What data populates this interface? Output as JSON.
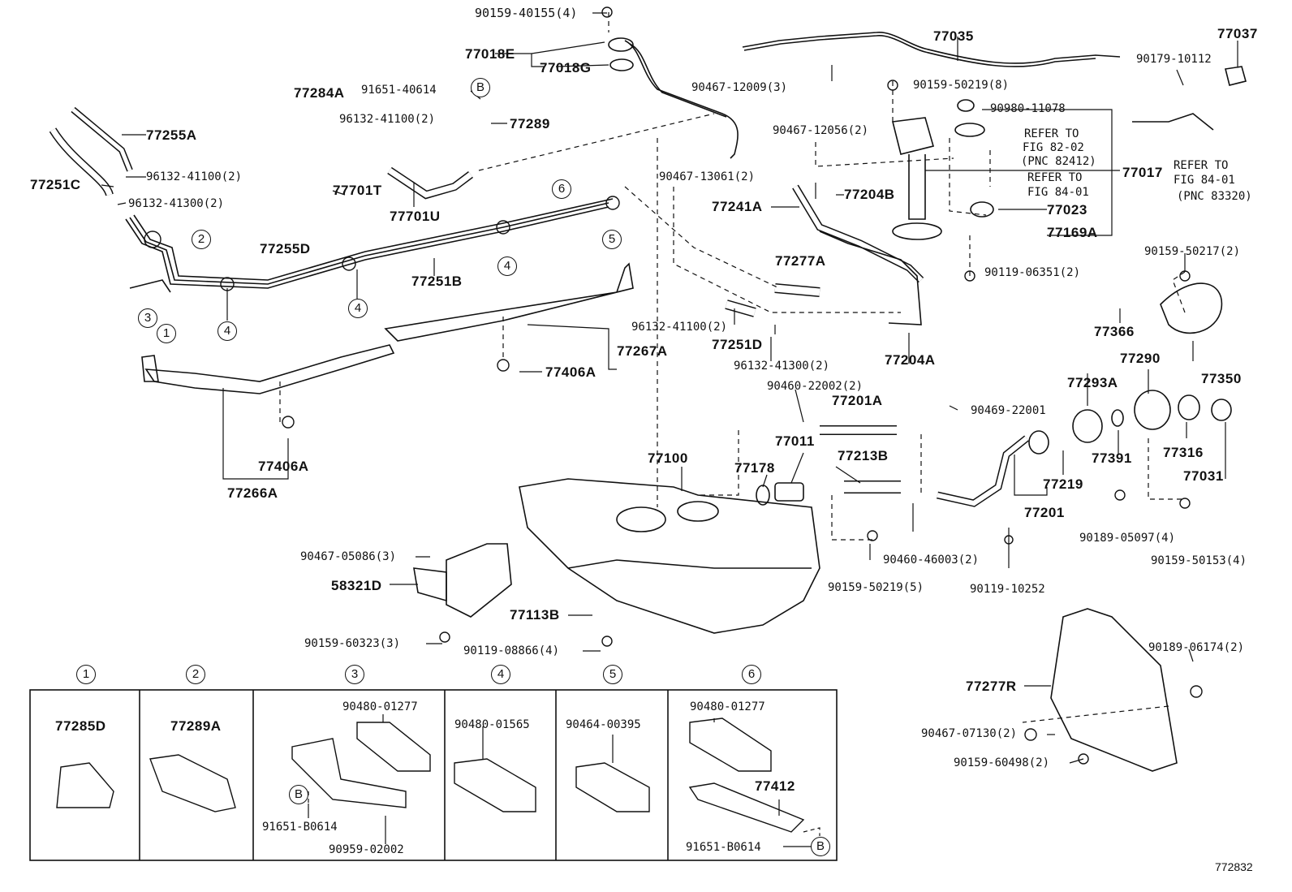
{
  "diagram_id": "772832",
  "labels": {
    "p90159_40155": "90159-40155(4)",
    "p77018E": "77018E",
    "p77018G": "77018G",
    "p77035": "77035",
    "p77037": "77037",
    "p90179_10112": "90179-10112",
    "p90467_12009": "90467-12009(3)",
    "p90159_50219_8": "90159-50219(8)",
    "p90980_11078": "90980-11078",
    "p77284A": "77284A",
    "p91651_40614": "91651-40614",
    "p96132_41100_a": "96132-41100(2)",
    "p77289": "77289",
    "p77255A": "77255A",
    "p96132_41100_b": "96132-41100(2)",
    "p77251C": "77251C",
    "p96132_41300_a": "96132-41300(2)",
    "p77701T": "77701T",
    "p77701U": "77701U",
    "p90467_12056": "90467-12056(2)",
    "p90467_13061": "90467-13061(2)",
    "p77204B": "77204B",
    "p77241A": "77241A",
    "p77017": "77017",
    "p77023": "77023",
    "p77169A": "77169A",
    "p77255D": "77255D",
    "p77251B": "77251B",
    "p77277A": "77277A",
    "p90119_06351": "90119-06351(2)",
    "p90159_50217": "90159-50217(2)",
    "p96132_41100_c": "96132-41100(2)",
    "p77251D": "77251D",
    "p96132_41300_b": "96132-41300(2)",
    "p77204A": "77204A",
    "p77366": "77366",
    "p77267A": "77267A",
    "p77406A_a": "77406A",
    "p77406A_b": "77406A",
    "p77266A": "77266A",
    "p90460_22002": "90460-22002(2)",
    "p77201A": "77201A",
    "p90469_22001": "90469-22001",
    "p77293A": "77293A",
    "p77290": "77290",
    "p77350": "77350",
    "p77011": "77011",
    "p77213B": "77213B",
    "p77178": "77178",
    "p77100": "77100",
    "p77391": "77391",
    "p77316": "77316",
    "p77031": "77031",
    "p77219": "77219",
    "p77201": "77201",
    "p90189_05097": "90189-05097(4)",
    "p90159_50153": "90159-50153(4)",
    "p90460_46003": "90460-46003(2)",
    "p90159_50219_5": "90159-50219(5)",
    "p90119_10252": "90119-10252",
    "p90467_05086": "90467-05086(3)",
    "p58321D": "58321D",
    "p77113B": "77113B",
    "p90159_60323": "90159-60323(3)",
    "p90119_08866": "90119-08866(4)",
    "p77277R": "77277R",
    "p90189_06174": "90189-06174(2)",
    "p90467_07130": "90467-07130(2)",
    "p90159_60498": "90159-60498(2)"
  },
  "refer": {
    "r1_l1": "REFER TO",
    "r1_l2": "FIG 82-02",
    "r1_l3": "(PNC 82412)",
    "r2_l1": "REFER TO",
    "r2_l2": "FIG 84-01",
    "r3_l1": "REFER TO",
    "r3_l2": "FIG 84-01",
    "r3_l3": "(PNC 83320)"
  },
  "callouts": {
    "c1": "1",
    "c2": "2",
    "c3": "3",
    "c4a": "4",
    "c4b": "4",
    "c4c": "4",
    "c5": "5",
    "c6": "6",
    "cB1": "B",
    "cB2": "B",
    "cB3": "B"
  },
  "inset": {
    "h1": "1",
    "h2": "2",
    "h3": "3",
    "h4": "4",
    "h5": "5",
    "h6": "6",
    "box1_part": "77285D",
    "box2_part": "77289A",
    "box3_top": "90480-01277",
    "box3_b1": "91651-B0614",
    "box3_b2": "90959-02002",
    "box3_circle": "B",
    "box4_part": "90480-01565",
    "box5_part": "90464-00395",
    "box6_top": "90480-01277",
    "box6_mid": "77412",
    "box6_bot": "91651-B0614",
    "box6_circle": "B"
  }
}
